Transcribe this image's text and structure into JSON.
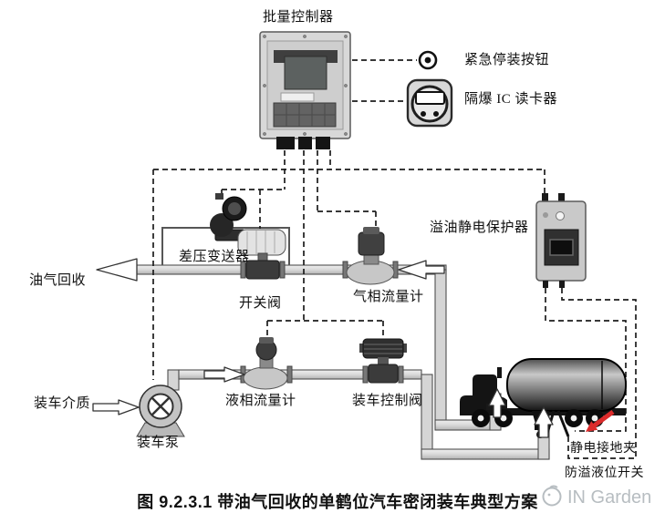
{
  "diagram": {
    "caption": "图 9.2.3.1  带油气回收的单鹤位汽车密闭装车典型方案",
    "watermark": "IN Garden",
    "labels": {
      "batch_controller": "批量控制器",
      "emergency_stop_button": "紧急停装按钮",
      "explosionproof_ic_reader": "隔爆 IC 读卡器",
      "oil_spill_static_protector": "溢油静电保护器",
      "dp_transmitter": "差压变送器",
      "switch_valve": "开关阀",
      "vapor_flowmeter": "气相流量计",
      "vapor_recovery": "油气回收",
      "liquid_flowmeter": "液相流量计",
      "loading_control_valve": "装车控制阀",
      "loading_medium": "装车介质",
      "loading_pump": "装车泵",
      "static_grounding_clamp": "静电接地夹",
      "overflow_level_switch": "防溢液位开关"
    },
    "colors": {
      "signal_line": "#1c1c1c",
      "pipe_fill": "#d5d5d5",
      "pipe_stroke": "#4f4f4f",
      "device_dark": "#2e2e2e",
      "red_arrow": "#db2b2b",
      "watermark_gray": "#b7bdc1"
    }
  }
}
